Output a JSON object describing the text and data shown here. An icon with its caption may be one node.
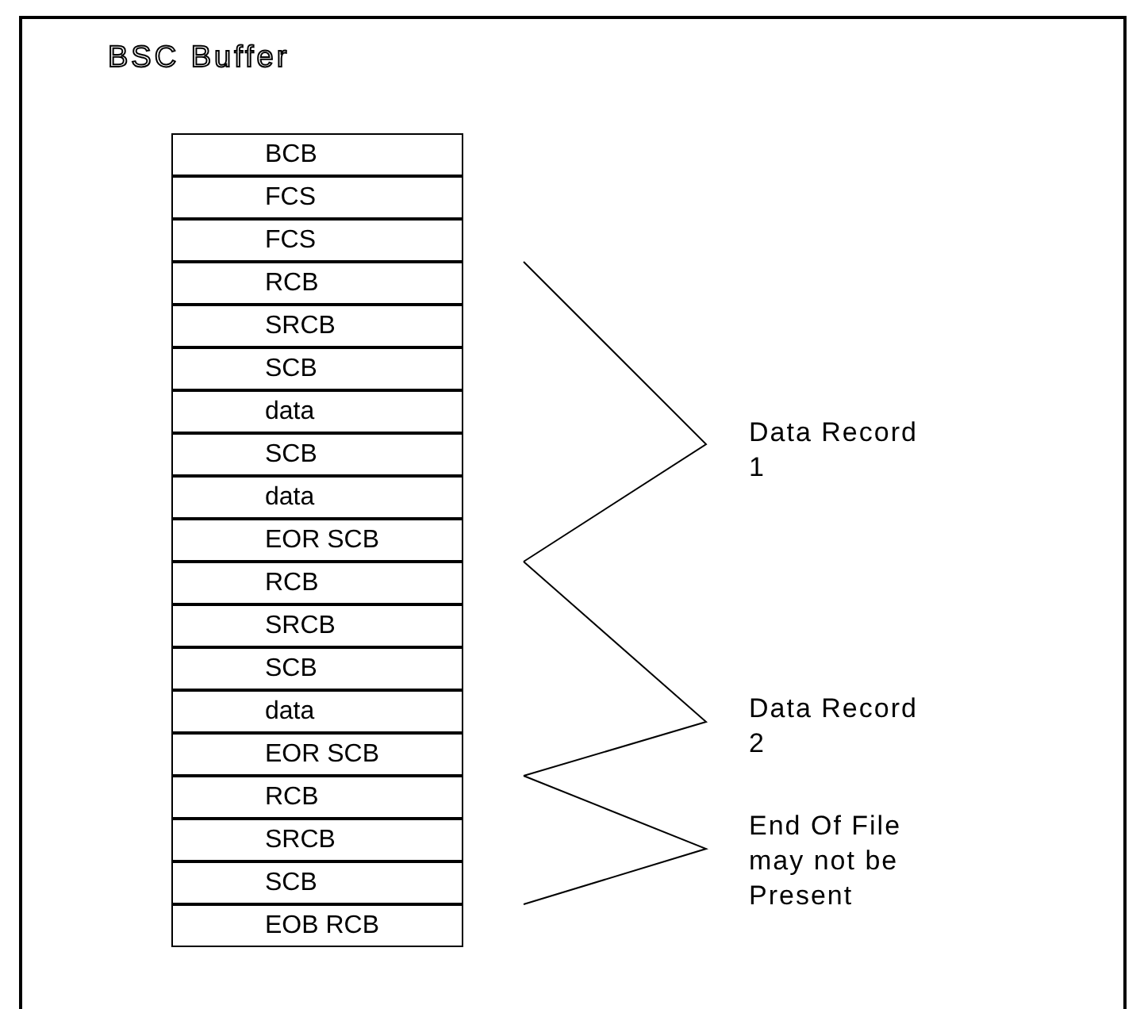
{
  "diagram": {
    "title": "BSC Buffer",
    "labels": [
      "BCB",
      "FCS",
      "FCS",
      "RCB",
      "SRCB",
      "SCB",
      "data",
      "SCB",
      "data",
      "EOR SCB",
      "RCB",
      "SRCB",
      "SCB",
      "data",
      "EOR SCB",
      "RCB",
      "SRCB",
      "SCB",
      "EOB RCB",
      "Data Record 1",
      "Data Record 2",
      "End Of File may not be Present"
    ]
  }
}
